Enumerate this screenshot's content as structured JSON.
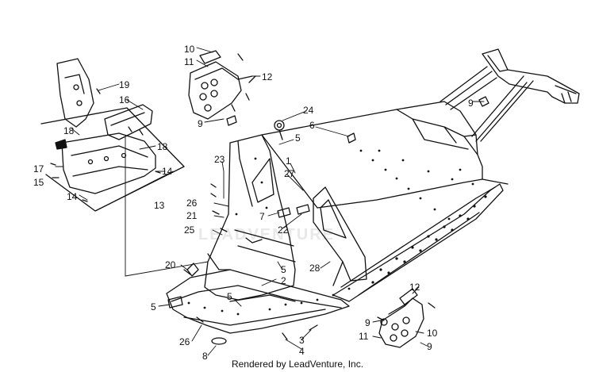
{
  "diagram": {
    "watermark": "LEADVENTURE",
    "footer": "Rendered by LeadVenture, Inc.",
    "callouts": [
      {
        "id": "c10a",
        "text": "10"
      },
      {
        "id": "c11a",
        "text": "11"
      },
      {
        "id": "c12a",
        "text": "12"
      },
      {
        "id": "c9a",
        "text": "9"
      },
      {
        "id": "c19",
        "text": "19"
      },
      {
        "id": "c16",
        "text": "16"
      },
      {
        "id": "c18a",
        "text": "18"
      },
      {
        "id": "c18b",
        "text": "18"
      },
      {
        "id": "c17",
        "text": "17"
      },
      {
        "id": "c15",
        "text": "15"
      },
      {
        "id": "c14a",
        "text": "14"
      },
      {
        "id": "c14b",
        "text": "14"
      },
      {
        "id": "c13",
        "text": "13"
      },
      {
        "id": "c24",
        "text": "24"
      },
      {
        "id": "c6",
        "text": "6"
      },
      {
        "id": "c5a",
        "text": "5"
      },
      {
        "id": "c9b",
        "text": "9"
      },
      {
        "id": "c23",
        "text": "23"
      },
      {
        "id": "c1",
        "text": "1"
      },
      {
        "id": "c27",
        "text": "27"
      },
      {
        "id": "c26a",
        "text": "26"
      },
      {
        "id": "c21",
        "text": "21"
      },
      {
        "id": "c25",
        "text": "25"
      },
      {
        "id": "c7",
        "text": "7"
      },
      {
        "id": "c22",
        "text": "22"
      },
      {
        "id": "c20",
        "text": "20"
      },
      {
        "id": "c28",
        "text": "28"
      },
      {
        "id": "c5b",
        "text": "5"
      },
      {
        "id": "c2",
        "text": "2"
      },
      {
        "id": "c5c",
        "text": "5"
      },
      {
        "id": "c5d",
        "text": "5"
      },
      {
        "id": "c12b",
        "text": "12"
      },
      {
        "id": "c9c",
        "text": "9"
      },
      {
        "id": "c10b",
        "text": "10"
      },
      {
        "id": "c11b",
        "text": "11"
      },
      {
        "id": "c9d",
        "text": "9"
      },
      {
        "id": "c26b",
        "text": "26"
      },
      {
        "id": "c8",
        "text": "8"
      },
      {
        "id": "c3",
        "text": "3"
      },
      {
        "id": "c4",
        "text": "4"
      }
    ]
  }
}
